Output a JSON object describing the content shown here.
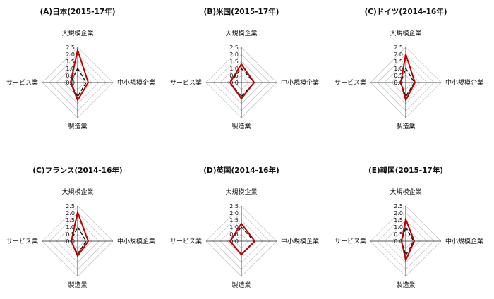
{
  "chart_data": [
    {
      "type": "radar",
      "title": "(A)日本(2015-17年)",
      "axes": [
        "大規模企業",
        "中小規模企業",
        "製造業",
        "サービス業"
      ],
      "ticks": [
        "2.5",
        "2.0",
        "1.5",
        "1.0",
        "0.5",
        "0.0"
      ],
      "rlim": [
        0,
        2.5
      ],
      "series": [
        {
          "color": "#c00000",
          "style": "solid",
          "values": [
            2.3,
            0.75,
            1.25,
            0.5
          ]
        },
        {
          "color": "#111111",
          "style": "dashed",
          "values": [
            1.0,
            0.6,
            1.0,
            0.5
          ]
        }
      ]
    },
    {
      "type": "radar",
      "title": "(B)米国(2015-17年)",
      "axes": [
        "大規模企業",
        "中小規模企業",
        "製造業",
        "サービス業"
      ],
      "ticks": [
        "2.5",
        "2.0",
        "1.5",
        "1.0",
        "0.5",
        "0.0"
      ],
      "rlim": [
        0,
        2.5
      ],
      "series": [
        {
          "color": "#c00000",
          "style": "solid",
          "values": [
            1.3,
            0.9,
            1.15,
            0.8
          ]
        },
        {
          "color": "#111111",
          "style": "dashed",
          "values": [
            1.0,
            0.9,
            1.0,
            0.8
          ]
        }
      ]
    },
    {
      "type": "radar",
      "title": "(C)ドイツ(2014-16年)",
      "axes": [
        "大規模企業",
        "中小規模企業",
        "製造業",
        "サービス業"
      ],
      "ticks": [
        "2.5",
        "2.0",
        "1.5",
        "1.0",
        "0.5",
        "0.0"
      ],
      "rlim": [
        0,
        2.5
      ],
      "series": [
        {
          "color": "#c00000",
          "style": "solid",
          "values": [
            2.0,
            0.65,
            1.25,
            0.35
          ]
        },
        {
          "color": "#111111",
          "style": "dashed",
          "values": [
            1.0,
            0.6,
            1.0,
            0.35
          ]
        }
      ]
    },
    {
      "type": "radar",
      "title": "(C)フランス(2014-16年)",
      "axes": [
        "大規模企業",
        "中小規模企業",
        "製造業",
        "サービス業"
      ],
      "ticks": [
        "2.5",
        "2.0",
        "1.5",
        "1.0",
        "0.5",
        "0.0"
      ],
      "rlim": [
        0,
        2.5
      ],
      "series": [
        {
          "color": "#c00000",
          "style": "solid",
          "values": [
            2.05,
            0.75,
            1.05,
            0.45
          ]
        },
        {
          "color": "#111111",
          "style": "dashed",
          "values": [
            1.0,
            0.6,
            0.9,
            0.5
          ]
        }
      ]
    },
    {
      "type": "radar",
      "title": "(D)英国(2014-16年)",
      "axes": [
        "大規模企業",
        "中小規模企業",
        "製造業",
        "サービス業"
      ],
      "ticks": [
        "2.5",
        "2.0",
        "1.5",
        "1.0",
        "0.5",
        "0.0"
      ],
      "rlim": [
        0,
        2.5
      ],
      "series": [
        {
          "color": "#c00000",
          "style": "solid",
          "values": [
            1.25,
            0.95,
            0.95,
            0.8
          ]
        },
        {
          "color": "#111111",
          "style": "dashed",
          "values": [
            1.0,
            0.9,
            0.95,
            0.8
          ]
        }
      ]
    },
    {
      "type": "radar",
      "title": "(E)韓国(2015-17年)",
      "axes": [
        "大規模企業",
        "中小規模企業",
        "製造業",
        "サービス業"
      ],
      "ticks": [
        "2.5",
        "2.0",
        "1.5",
        "1.0",
        "0.5",
        "0.0"
      ],
      "rlim": [
        0,
        2.5
      ],
      "series": [
        {
          "color": "#c00000",
          "style": "solid",
          "values": [
            1.55,
            0.6,
            1.35,
            0.3
          ]
        },
        {
          "color": "#111111",
          "style": "dashed",
          "values": [
            1.0,
            0.55,
            1.0,
            0.3
          ]
        }
      ]
    }
  ]
}
